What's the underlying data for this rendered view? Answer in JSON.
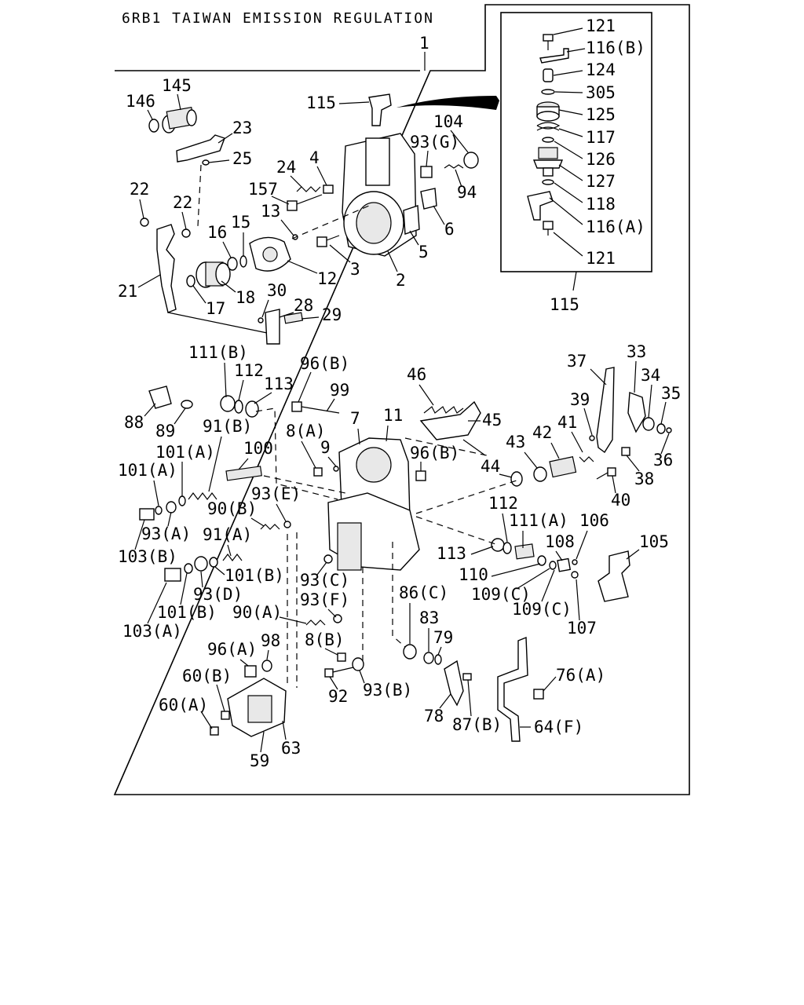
{
  "title": "6RB1 TAIWAN EMISSION REGULATION",
  "assembly_label": "1",
  "inset_label": "115",
  "inset_parts": [
    "121",
    "116(B)",
    "124",
    "305",
    "125",
    "117",
    "126",
    "127",
    "118",
    "116(A)",
    "121"
  ],
  "part_labels": {
    "p145": "145",
    "p146": "146",
    "p23": "23",
    "p25": "25",
    "p115": "115",
    "p104": "104",
    "p93G": "93(G)",
    "p24": "24",
    "p4": "4",
    "p157": "157",
    "p94": "94",
    "p22a": "22",
    "p22b": "22",
    "p13": "13",
    "p6": "6",
    "p16": "16",
    "p15": "15",
    "p5": "5",
    "p3": "3",
    "p12": "12",
    "p2": "2",
    "p21": "21",
    "p18": "18",
    "p17": "17",
    "p30": "30",
    "p28": "28",
    "p29": "29",
    "p111B": "111(B)",
    "p96B_top": "96(B)",
    "p33": "33",
    "p37": "37",
    "p112_top": "112",
    "p113_top": "113",
    "p99": "99",
    "p46": "46",
    "p34": "34",
    "p35": "35",
    "p39": "39",
    "p88": "88",
    "p89": "89",
    "p91B": "91(B)",
    "p7": "7",
    "p11": "11",
    "p45": "45",
    "p101A_1": "101(A)",
    "p100": "100",
    "p8A": "8(A)",
    "p9": "9",
    "p96B_mid": "96(B)",
    "p43": "43",
    "p42": "42",
    "p41": "41",
    "p36": "36",
    "p38": "38",
    "p101A_2": "101(A)",
    "p44": "44",
    "p40": "40",
    "p93E": "93(E)",
    "p90B": "90(B)",
    "p112_mid": "112",
    "p93A": "93(A)",
    "p91A": "91(A)",
    "p111A": "111(A)",
    "p106": "106",
    "p105": "105",
    "p108": "108",
    "p103B": "103(B)",
    "p113_mid": "113",
    "p101B_1": "101(B)",
    "p93C": "93(C)",
    "p110": "110",
    "p93D": "93(D)",
    "p109C_1": "109(C)",
    "p101B_2": "101(B)",
    "p93F": "93(F)",
    "p86C": "86(C)",
    "p109C_2": "109(C)",
    "p90A": "90(A)",
    "p103A": "103(A)",
    "p83": "83",
    "p107": "107",
    "p96A": "96(A)",
    "p98": "98",
    "p8B": "8(B)",
    "p79": "79",
    "p60B": "60(B)",
    "p76A": "76(A)",
    "p92": "92",
    "p93B": "93(B)",
    "p60A": "60(A)",
    "p78": "78",
    "p87B": "87(B)",
    "p64F": "64(F)",
    "p63": "63",
    "p59": "59"
  }
}
